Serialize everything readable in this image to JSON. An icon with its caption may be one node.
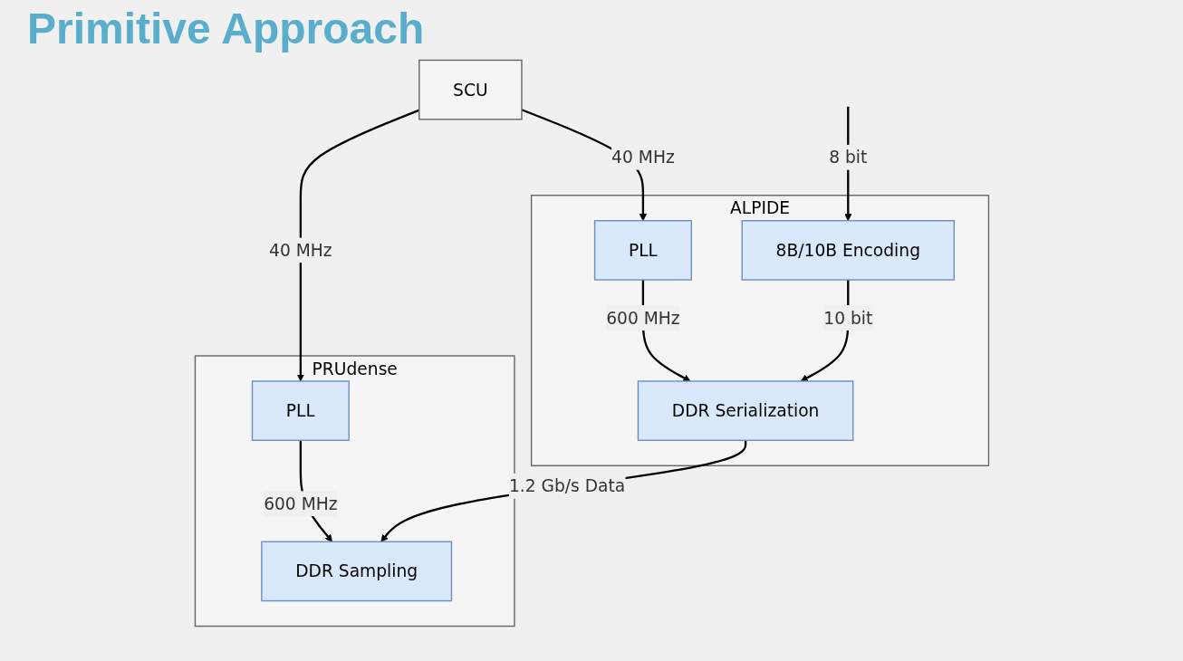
{
  "diagram": {
    "title": "Primitive Approach",
    "nodes": [
      {
        "text": [
          "ALPIDE"
        ]
      },
      {
        "text": [
          "PLL"
        ],
        "in": 0
      },
      {
        "text": [
          "8B/10B Encoding"
        ],
        "in": 0
      },
      {
        "text": [
          "DDR Serialization"
        ],
        "in": 0
      },
      {
        "text": [
          "PRUdense"
        ]
      },
      {
        "text": [
          "PLL"
        ],
        "in": 4
      },
      {
        "text": [
          "DDR Sampling"
        ],
        "in": 4
      },
      {
        "text": [
          "SCU"
        ]
      }
    ],
    "edges": [
      {
        "from": 7,
        "to": 5,
        "arrow": "to",
        "label": "40 MHz"
      },
      {
        "from": 7,
        "to": 1,
        "arrow": "to",
        "label": "40 MHz"
      },
      {
        "from": 1,
        "to": 3,
        "arrow": "to",
        "label": "600 MHz"
      },
      {
        "from": null,
        "to": 2,
        "arrow": "to",
        "label": "8 bit"
      },
      {
        "from": 2,
        "to": 3,
        "arrow": "to",
        "label": "10 bit"
      },
      {
        "from": 3,
        "to": 6,
        "arrow": "to",
        "label": "1.2 Gb/s Data"
      },
      {
        "from": 5,
        "to": 6,
        "arrow": "to",
        "label": "600 MHz"
      }
    ]
  }
}
